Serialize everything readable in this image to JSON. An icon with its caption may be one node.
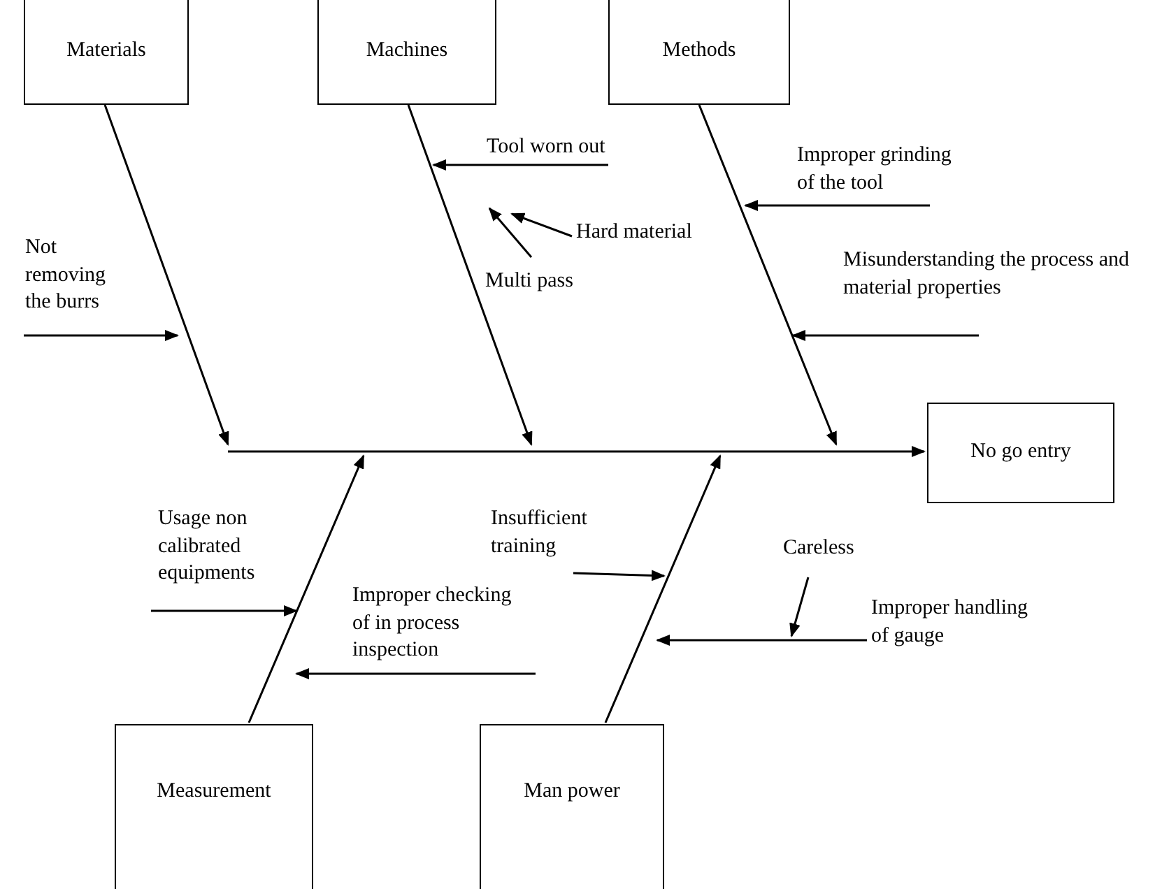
{
  "diagram": {
    "nodes": [
      {
        "text": [
          "Materials"
        ]
      },
      {
        "text": [
          "Machines"
        ]
      },
      {
        "text": [
          "Methods"
        ]
      },
      {
        "text": [
          "No go entry"
        ]
      },
      {
        "text": [
          "Measurement"
        ]
      },
      {
        "text": [
          "Man power"
        ]
      },
      {
        "text": [
          "Not removing the burrs"
        ]
      },
      {
        "text": [
          "Tool worn out"
        ]
      },
      {
        "text": [
          "Hard material"
        ]
      },
      {
        "text": [
          "Multi pass"
        ]
      },
      {
        "text": [
          "Improper grinding of the tool"
        ]
      },
      {
        "text": [
          "Misunderstanding the process and material properties"
        ]
      },
      {
        "text": [
          "Usage non calibrated equipments"
        ]
      },
      {
        "text": [
          "Improper checking of in process inspection"
        ]
      },
      {
        "text": [
          "Insufficient training"
        ]
      },
      {
        "text": [
          "Careless"
        ]
      },
      {
        "text": [
          "Improper handling of gauge"
        ]
      }
    ],
    "edges": [
      {
        "from": null,
        "to": 3,
        "arrow": "to"
      },
      {
        "from": 0,
        "to": null,
        "arrow": "to"
      },
      {
        "from": 1,
        "to": null,
        "arrow": "to"
      },
      {
        "from": 2,
        "to": null,
        "arrow": "to"
      },
      {
        "from": 4,
        "to": null,
        "arrow": "to"
      },
      {
        "from": 5,
        "to": null,
        "arrow": "to"
      },
      {
        "from": 6,
        "to": null,
        "arrow": "to"
      },
      {
        "from": 7,
        "to": null,
        "arrow": "to"
      },
      {
        "from": 8,
        "to": null,
        "arrow": "to"
      },
      {
        "from": 9,
        "to": null,
        "arrow": "to"
      },
      {
        "from": 10,
        "to": null,
        "arrow": "to"
      },
      {
        "from": 11,
        "to": null,
        "arrow": "to"
      },
      {
        "from": 12,
        "to": null,
        "arrow": "to"
      },
      {
        "from": 13,
        "to": null,
        "arrow": "to"
      },
      {
        "from": 14,
        "to": null,
        "arrow": "to"
      },
      {
        "from": 15,
        "to": null,
        "arrow": "to"
      },
      {
        "from": 16,
        "to": null,
        "arrow": "to"
      }
    ]
  }
}
